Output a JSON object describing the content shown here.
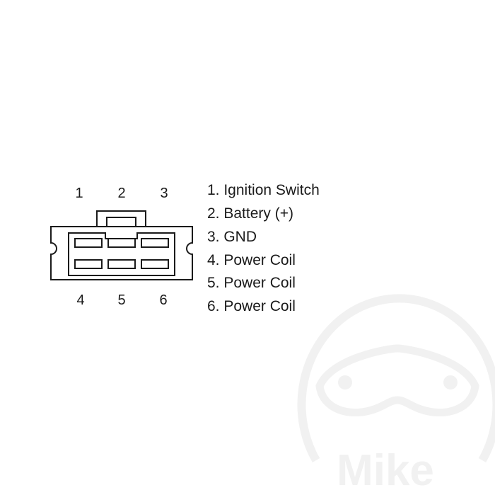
{
  "connector": {
    "top_pins": [
      "1",
      "2",
      "3"
    ],
    "bottom_pins": [
      "4",
      "5",
      "6"
    ]
  },
  "legend": [
    "1. Ignition Switch",
    "2. Battery (+)",
    "3. GND",
    "4. Power Coil",
    "5. Power Coil",
    "6. Power Coil"
  ],
  "watermark": {
    "text": "Mike",
    "color": "#f1f1f1"
  },
  "colors": {
    "line": "#1a1a1a",
    "background": "#ffffff"
  }
}
